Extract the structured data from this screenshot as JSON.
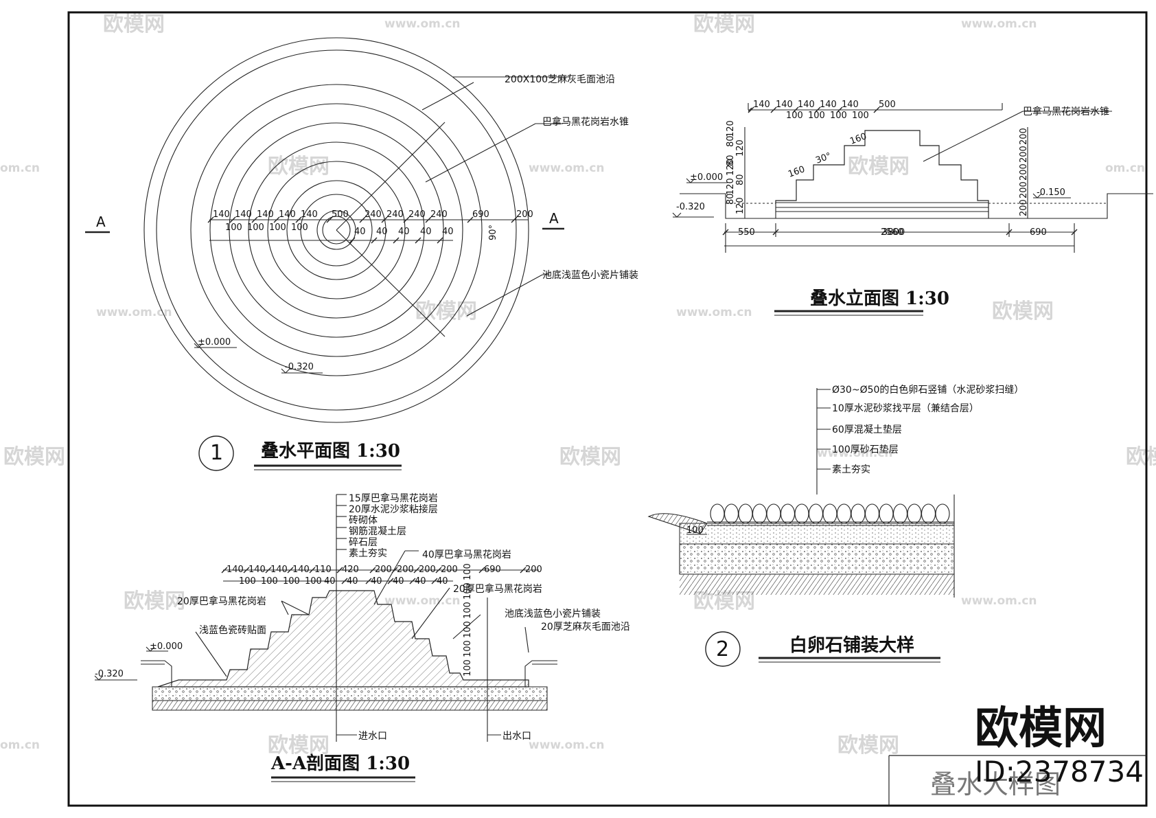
{
  "plan": {
    "title": "叠水平面图 1:30",
    "number": "1",
    "section_mark": "A",
    "note_edge": "200X100芝麻灰毛面池沿",
    "note_cone": "巴拿马黑花岗岩水锥",
    "note_bottom": "池底浅蓝色小瓷片铺装",
    "level_top": "±0.000",
    "level_bottom": "-0.320",
    "angle": "90°",
    "dims_top": [
      "140",
      "140",
      "140",
      "140",
      "140",
      "500",
      "240",
      "240",
      "240",
      "240",
      "690",
      "200"
    ],
    "dims_bottom_left": [
      "100",
      "100",
      "100",
      "100"
    ],
    "dims_bottom_right": [
      "40",
      "40",
      "40",
      "40",
      "40"
    ]
  },
  "elevation": {
    "title": "叠水立面图 1:30",
    "note_cone": "巴拿马黑花岗岩水锥",
    "level_top": "±0.000",
    "level_bottom": "-0.320",
    "level_right": "-0.150",
    "dims_top": [
      "140",
      "140",
      "140",
      "140",
      "140",
      "500"
    ],
    "dims_top2": [
      "100",
      "100",
      "100",
      "100"
    ],
    "dims_left": [
      "120",
      "80",
      "120",
      "80",
      "120",
      "80",
      "120",
      "80",
      "120"
    ],
    "dims_right": [
      "200",
      "200",
      "200",
      "200",
      "200"
    ],
    "angles": [
      "160",
      "30°",
      "160"
    ],
    "dims_bottom": [
      "550",
      "2560",
      "690"
    ],
    "dims_total": "3800"
  },
  "section": {
    "title": "A-A剖面图 1:30",
    "layers": [
      "15厚巴拿马黑花岗岩",
      "20厚水泥沙浆粘接层",
      "砖砌体",
      "钢筋混凝土层",
      "碎石层",
      "素土夯实"
    ],
    "note_40": "40厚巴拿马黑花岗岩",
    "note_20a": "20厚巴拿马黑花岗岩",
    "note_20b": "20厚巴拿马黑花岗岩",
    "note_tile": "浅蓝色瓷砖贴面",
    "note_pool": "池底浅蓝色小瓷片铺装",
    "note_edge": "20厚芝麻灰毛面池沿",
    "inlet": "进水口",
    "outlet": "出水口",
    "level_top": "±0.000",
    "level_bottom": "-0.320",
    "dims_top": [
      "140",
      "140",
      "140",
      "140",
      "110",
      "420",
      "200",
      "200",
      "200",
      "200",
      "690",
      "200"
    ],
    "dims_top2": [
      "100",
      "100",
      "100",
      "100",
      "40"
    ],
    "dims_40": [
      "40",
      "40",
      "40",
      "40",
      "40"
    ],
    "dims_v": [
      "100",
      "100",
      "100",
      "100",
      "100",
      "100"
    ]
  },
  "pebble": {
    "title": "白卵石铺装大样",
    "number": "2",
    "layers": [
      "Ø30~Ø50的白色卵石竖铺（水泥砂浆扫缝）",
      "10厚水泥砂浆找平层（兼结合层）",
      "60厚混凝土垫层",
      "100厚砂石垫层",
      "素土夯实"
    ],
    "dim": "100"
  },
  "titleblock": {
    "name": "叠水大样图"
  },
  "watermark": {
    "brand": "欧模网",
    "id": "ID:2378734",
    "url": "www.om.cn",
    "url_short": "om.cn"
  }
}
